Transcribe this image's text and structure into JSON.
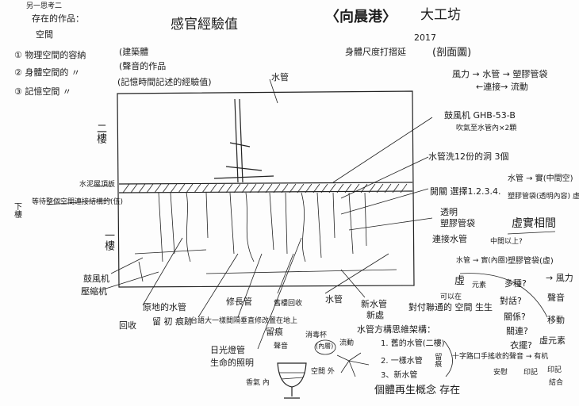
{
  "header": {
    "note_1": "另一思考二",
    "note_2": "存在的作品：",
    "note_3": "空間",
    "space_1": "① 物理空間的容納",
    "space_1_desc": "(建築體",
    "space_2": "② 身體空間的 〃",
    "space_2_desc": "(聲音的作品",
    "space_3": "③ 記憶空間 〃",
    "space_3_desc": "(記憶時間記述的經驗值)",
    "main_title": "感官經驗值",
    "work_title": "〈向晨港〉",
    "venue": "大工坊",
    "year": "2017",
    "scale_note": "身體尺度打摺延",
    "section_label": "(剖面圖)"
  },
  "flow": {
    "line_1": "風力 → 水管 → 塑膠管袋",
    "line_2": "←連接→  流動"
  },
  "right_labels": {
    "blower": "鼓風机 GHB-53-B",
    "blower_desc": "吹氣至水管內×2顆",
    "holes": "水管洗12份的洞 3個",
    "switch": "開關 選擇1.2.3.4.",
    "pipe_solid": "水管 → 實(中間空)",
    "bag_void": "塑膠管袋(透明內容) 虛",
    "void_solid": "虛實相間",
    "clear_bag_1": "透明",
    "clear_bag_2": "塑膠管袋",
    "connect_pipe": "連接水管",
    "middle_q": "中間以上?",
    "pipe_inner": "水管 → 實(內圈)",
    "bag_void2": "塑膠管袋(虛)",
    "wind": "→ 風力",
    "void_1": "虛",
    "element_1": "元素",
    "sound": "聲音",
    "move": "移動",
    "void_element": "虛元素",
    "q1": "多種?",
    "q2": "對話?",
    "q3": "關係?",
    "q4": "關連?",
    "q5": "衣擺?",
    "can_be": "可以在",
    "dialog_space": "對付聯通的 空間 生生"
  },
  "left_labels": {
    "floor_2": "二樓",
    "roof": "水泥屋頂板",
    "downstairs": "下樓",
    "wait": "等待整個空間連接結構的(伍)",
    "floor_1": "一樓",
    "compressor_1": "鼓風机",
    "compressor_2": "壓縮机"
  },
  "bottom_labels": {
    "water_pipe_top": "水管",
    "orig_pipe": "原地的水管",
    "orig_mark": "留 初 痕跡",
    "recycle": "回收",
    "long_pipe": "修長管",
    "lamp_desc": "台語大一樣間隔垂直修改置在地上",
    "recycled_old": "舊樓回收",
    "trace": "留痕",
    "pipe": "水管",
    "new_pipe": "新水管",
    "new_place": "新處",
    "lamp": "日光燈管",
    "lamp_life": "生命的照明",
    "glass_sound": "聲音",
    "glass_cup": "消毒杯",
    "glass_inner": "(內層)",
    "glass_space": "空間 外",
    "glass_scent": "香氣 內",
    "flow": "流動"
  },
  "structure": {
    "title": "水管方構思維架構：",
    "item_1": "1. 舊的水管(二樓)",
    "item_2": "2. 一樣水管",
    "item_3": "3、新水管",
    "mark": "留痕",
    "crossroad": "十字路口手搖收的聲音 → 有机",
    "comfort": "安慰",
    "imprint_1": "印記",
    "imprint_2": "印記",
    "combine": "結合",
    "concept": "個體再生概念 存在"
  }
}
